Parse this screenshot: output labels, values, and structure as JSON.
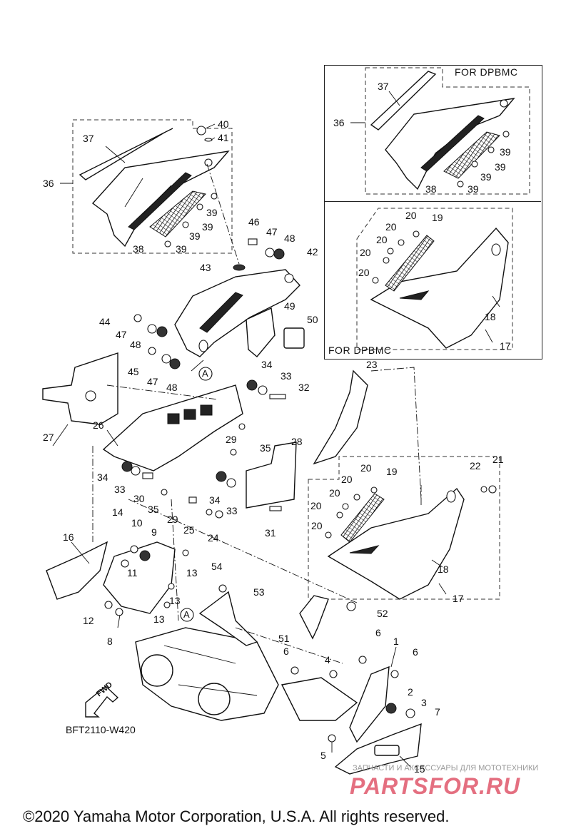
{
  "diagram": {
    "variant_label": "FOR DPBMC",
    "drawing_code": "BFT2110-W420",
    "fwd_label": "FWD",
    "reference_marker": "A",
    "copyright": "©2020 Yamaha Motor Corporation, U.S.A. All rights reserved.",
    "watermark_tagline": "ЗАПЧАСТИ И АКСЕССУАРЫ ДЛЯ МОТОТЕХНИКИ",
    "watermark_logo": "PARTSFOR.RU",
    "callouts": [
      "1",
      "2",
      "3",
      "4",
      "5",
      "6",
      "7",
      "8",
      "9",
      "10",
      "11",
      "12",
      "13",
      "14",
      "15",
      "16",
      "17",
      "18",
      "19",
      "20",
      "21",
      "22",
      "23",
      "24",
      "25",
      "26",
      "27",
      "28",
      "29",
      "30",
      "31",
      "32",
      "33",
      "34",
      "35",
      "36",
      "37",
      "38",
      "39",
      "40",
      "41",
      "42",
      "43",
      "44",
      "45",
      "46",
      "47",
      "48",
      "49",
      "50",
      "51",
      "52",
      "53",
      "54"
    ]
  }
}
